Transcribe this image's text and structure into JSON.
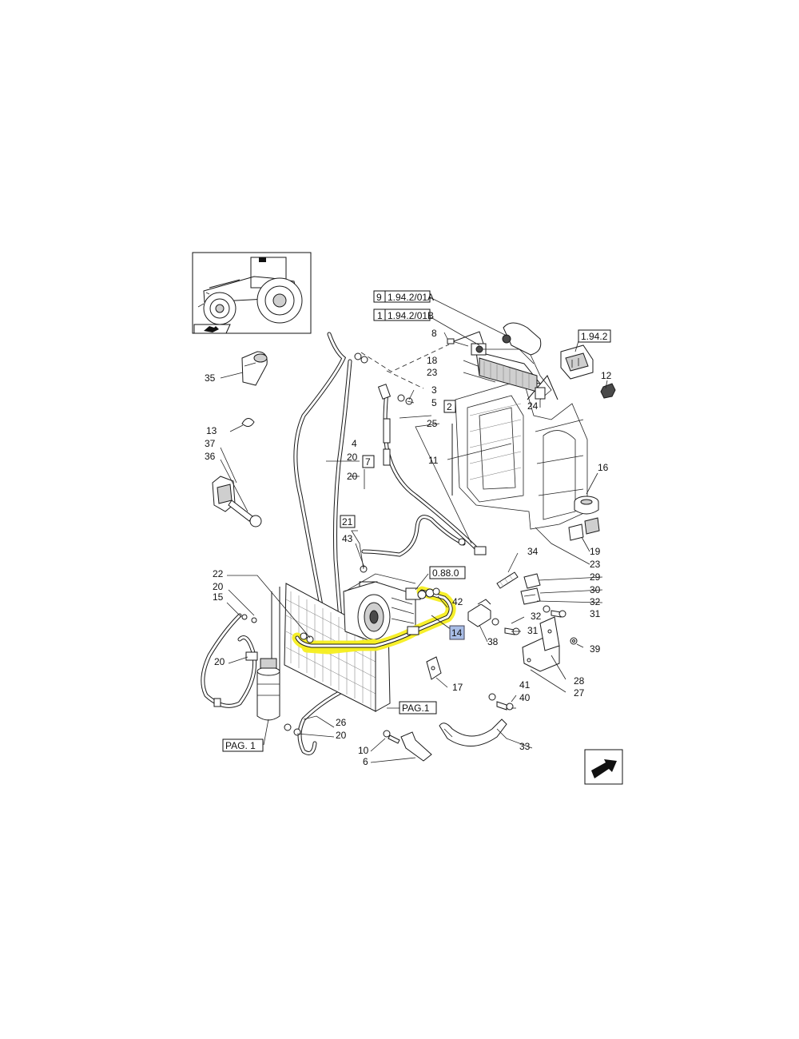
{
  "refs": {
    "r9": "9",
    "r9_code": "1.94.2/01A",
    "r1": "1",
    "r1_code": "1.94.2/01B",
    "ref_1942": "1.94.2",
    "ref_0880": "0.88.0",
    "r2": "2",
    "r7": "7",
    "r21": "21",
    "r14": "14",
    "pag1_right": "PAG.1",
    "pag1_left": "PAG. 1"
  },
  "labels": {
    "n35": "35",
    "n13": "13",
    "n37": "37",
    "n36": "36",
    "n8": "8",
    "n18": "18",
    "n23a": "23",
    "n24": "24",
    "n12": "12",
    "n3": "3",
    "n5": "5",
    "n25": "25",
    "n11": "11",
    "n16": "16",
    "n4": "4",
    "n20a": "20",
    "n20b": "20",
    "n43": "43",
    "n19": "19",
    "n23b": "23",
    "n34": "34",
    "n29": "29",
    "n30": "30",
    "n32a": "32",
    "n31a": "31",
    "n32b": "32",
    "n31b": "31",
    "n38": "38",
    "n39": "39",
    "n42": "42",
    "n22": "22",
    "n20c": "20",
    "n15": "15",
    "n20d": "20",
    "n17": "17",
    "n28": "28",
    "n27": "27",
    "n41": "41",
    "n40": "40",
    "n26": "26",
    "n20e": "20",
    "n33": "33",
    "n10": "10",
    "n6": "6"
  },
  "icons": {
    "tractor": "tractor-thumbnail",
    "prev": "prev-page-arrow",
    "next": "next-page-arrow"
  },
  "colors": {
    "highlight": "#f5ee20",
    "selected_box": "#a8bde6"
  }
}
